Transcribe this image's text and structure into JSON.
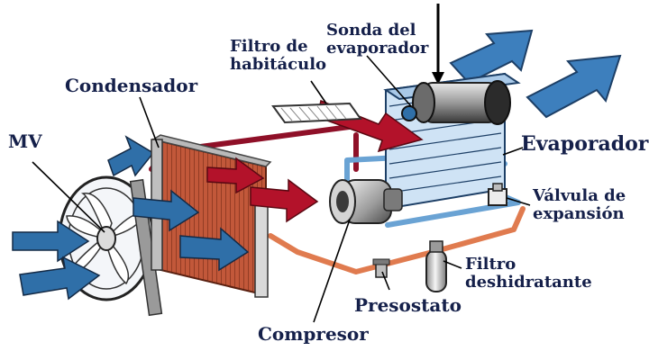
{
  "labels": {
    "mv": "MV",
    "condensador": "Condensador",
    "filtro_habitaculo_1": "Filtro de",
    "filtro_habitaculo_2": "habitáculo",
    "sonda_1": "Sonda del",
    "sonda_2": "evaporador",
    "evaporador": "Evaporador",
    "valvula_1": "Válvula de",
    "valvula_2": "expansión",
    "filtro_deshidratante_1": "Filtro",
    "filtro_deshidratante_2": "deshidratante",
    "presostato": "Presostato",
    "compresor": "Compresor"
  },
  "colors": {
    "label_text": "#15204a",
    "air_arrow_blue": "#2f6fa8",
    "hot_air_red": "#b3122a",
    "cold_line_blue": "#6aa3d4",
    "liquid_line_orange": "#e07b4f",
    "condenser_copper": "#c2583a"
  },
  "icons": [
    "fan-icon",
    "condenser-icon",
    "cabin-filter-icon",
    "evaporator-icon",
    "compressor-icon",
    "expansion-valve-icon",
    "pressure-switch-icon",
    "dehydrator-filter-icon"
  ]
}
